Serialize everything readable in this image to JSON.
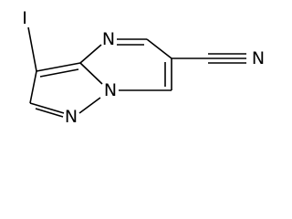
{
  "atoms": {
    "iodine": "I",
    "n_pyrimidine": "N",
    "n_nitrile": "N",
    "n_pyrazole": "N",
    "n_bridgehead": "N"
  },
  "colors": {
    "bond": "#000000",
    "label": "#000000",
    "background": "#ffffff"
  }
}
